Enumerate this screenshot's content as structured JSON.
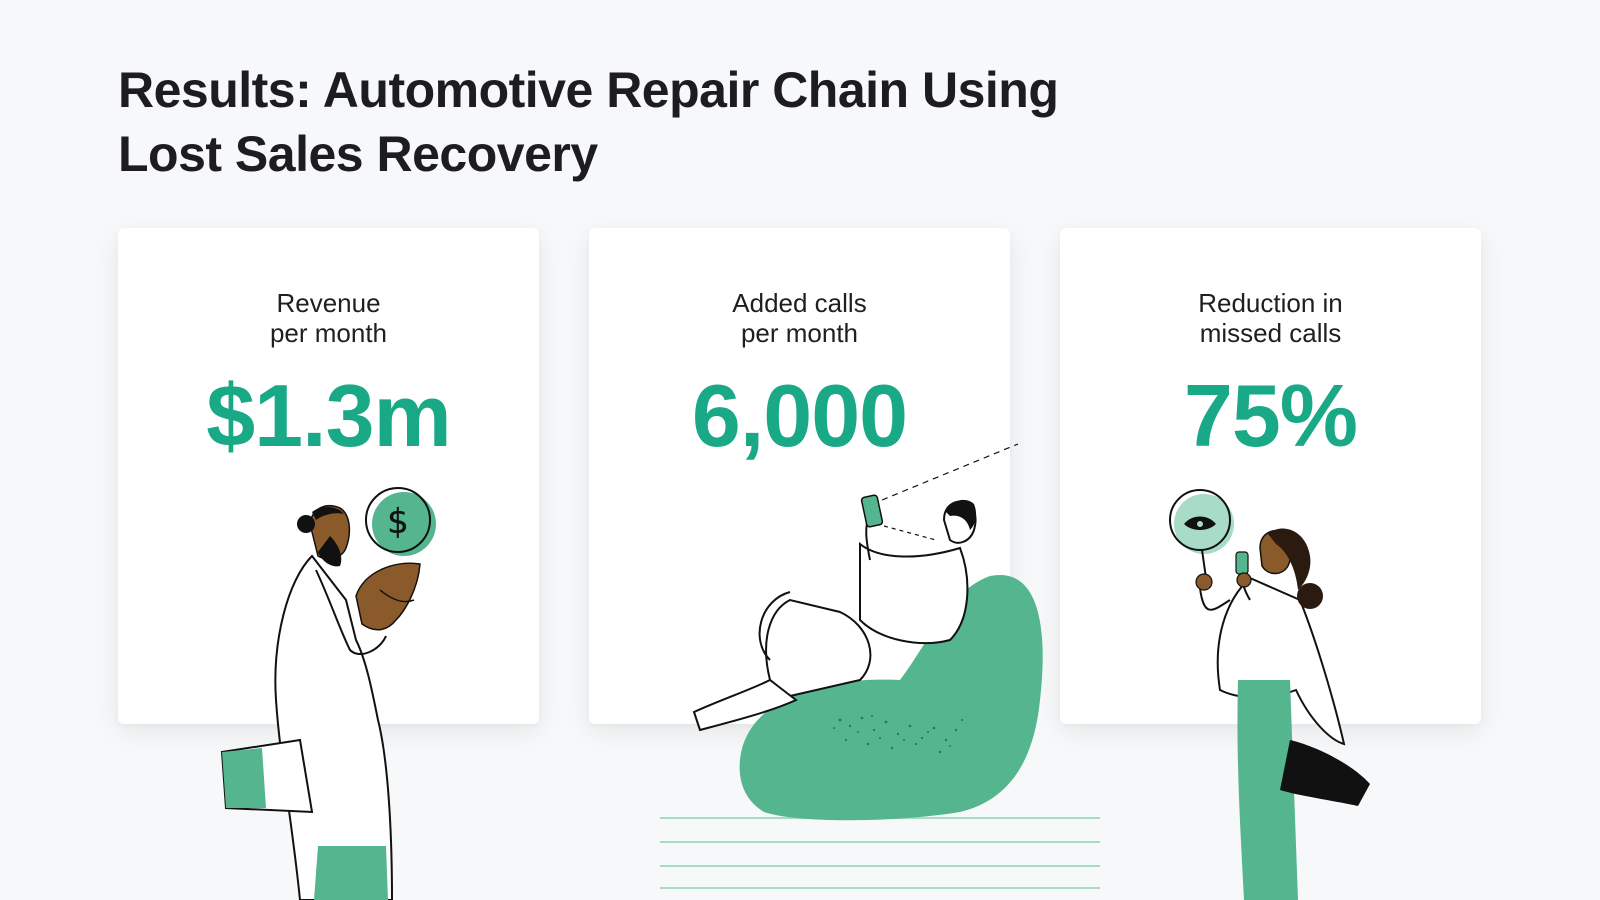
{
  "header": {
    "title_line1": "Results: Automotive Repair Chain Using",
    "title_line2": "Lost Sales Recovery"
  },
  "cards": [
    {
      "label_line1": "Revenue",
      "label_line2": "per month",
      "value": "$1.3m",
      "illustration_icon": "dollar-coin-icon"
    },
    {
      "label_line1": "Added calls",
      "label_line2": "per month",
      "value": "6,000",
      "illustration_icon": "phone-icon"
    },
    {
      "label_line1": "Reduction in",
      "label_line2": "missed calls",
      "value": "75%",
      "illustration_icon": "eye-magnifier-icon"
    }
  ],
  "colors": {
    "accent": "#1aa987",
    "illustration_green": "#55b58f",
    "light_green": "#a8dcc6",
    "skin_brown": "#8a5a2b",
    "background": "#f6f8f9"
  }
}
